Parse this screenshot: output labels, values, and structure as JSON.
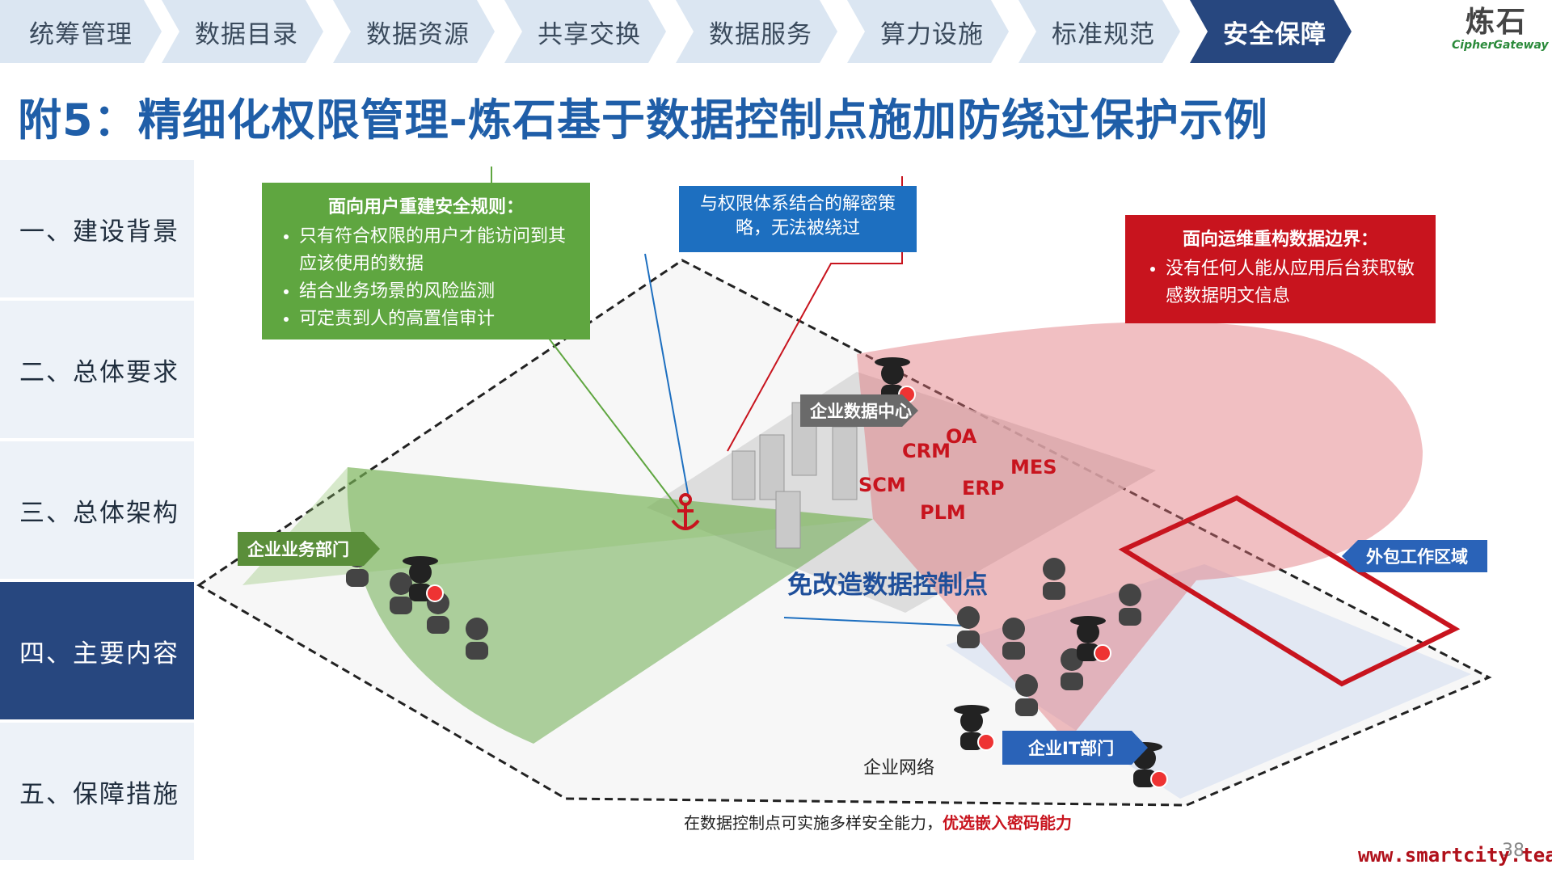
{
  "nav": {
    "tabs": [
      {
        "label": "统筹管理"
      },
      {
        "label": "数据目录"
      },
      {
        "label": "数据资源"
      },
      {
        "label": "共享交换"
      },
      {
        "label": "数据服务"
      },
      {
        "label": "算力设施"
      },
      {
        "label": "标准规范"
      },
      {
        "label": "安全保障"
      }
    ],
    "active_index": 7,
    "logo_text": "炼石",
    "logo_sub": "CipherGateway"
  },
  "page_title": "附5：精细化权限管理-炼石基于数据控制点施加防绕过保护示例",
  "sidebar": {
    "items": [
      {
        "label": "一、建设背景"
      },
      {
        "label": "二、总体要求"
      },
      {
        "label": "三、总体架构"
      },
      {
        "label": "四、主要内容"
      },
      {
        "label": "五、保障措施"
      }
    ],
    "active_index": 3
  },
  "diagram": {
    "callout_green": {
      "title": "面向用户重建安全规则：",
      "items": [
        "只有符合权限的用户才能访问到其应该使用的数据",
        "结合业务场景的风险监测",
        "可定责到人的高置信审计"
      ]
    },
    "callout_blue": "与权限体系结合的解密策略，无法被绕过",
    "callout_red": {
      "title": "面向运维重构数据边界：",
      "items": [
        "没有任何人能从应用后台获取敏感数据明文信息"
      ]
    },
    "tags": {
      "business_dept": "企业业务部门",
      "data_center": "企业数据中心",
      "it_dept": "企业IT部门",
      "outsource_zone": "外包工作区域"
    },
    "systems": [
      "OA",
      "CRM",
      "MES",
      "SCM",
      "ERP",
      "PLM"
    ],
    "control_point": "免改造数据控制点",
    "network_label": "企业网络",
    "footnote_prefix": "在数据控制点可实施多样安全能力，",
    "footnote_highlight": "优选嵌入密码能力",
    "colors": {
      "nav_active": "#27477f",
      "green": "#5fa640",
      "blue": "#1d6fc0",
      "red": "#c8141e"
    }
  },
  "footer": {
    "url": "www.smartcity.team",
    "page_number": "38"
  }
}
